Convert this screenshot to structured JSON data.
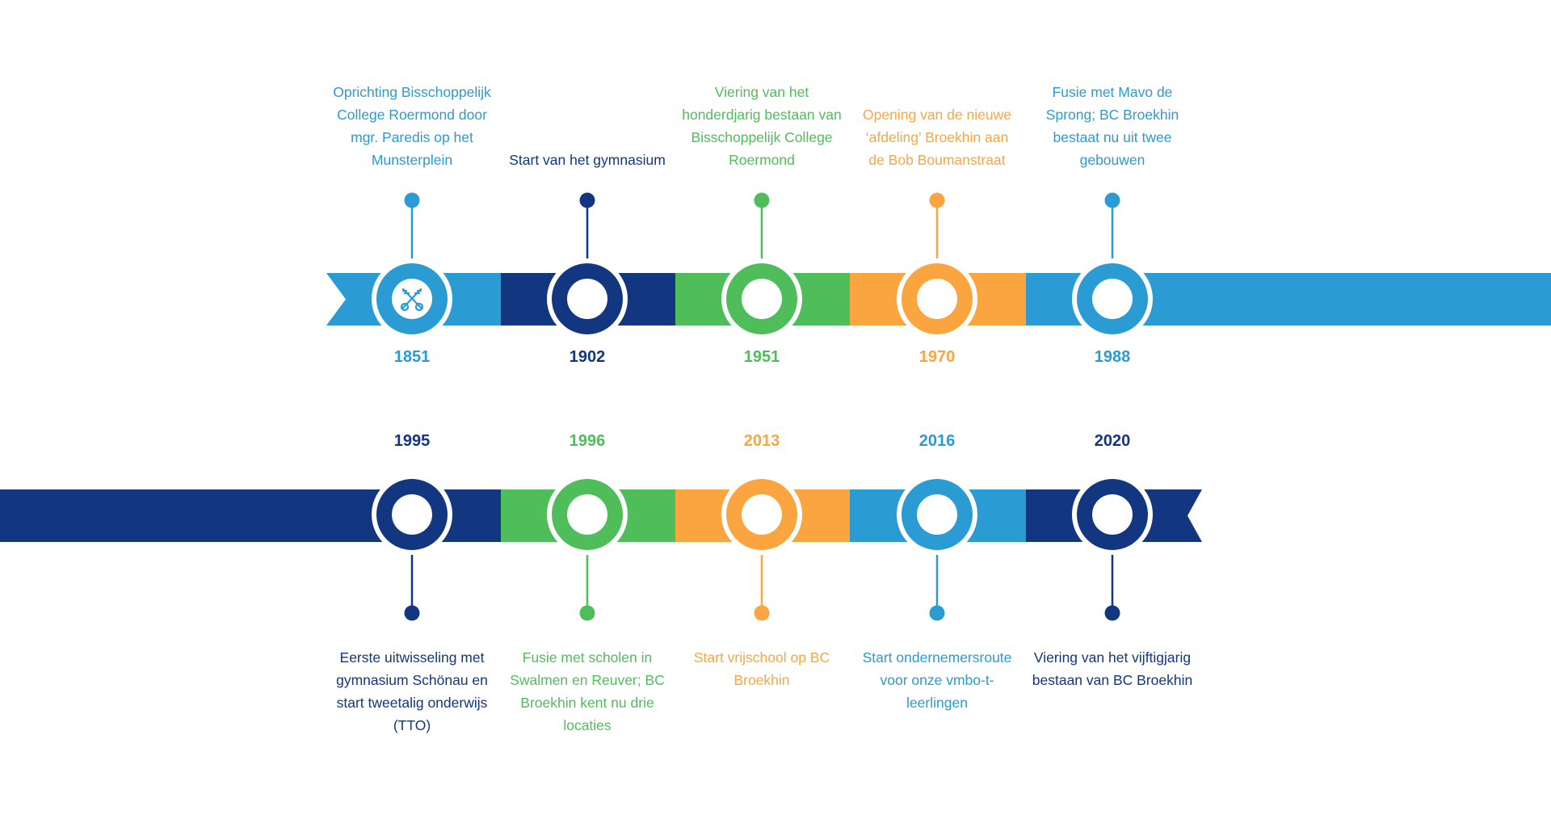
{
  "colors": {
    "light_blue": "#2a9bd3",
    "dark_blue": "#12367f",
    "green": "#4fbe5a",
    "orange": "#fba541"
  },
  "top_row": [
    {
      "year": "1851",
      "color": "light_blue",
      "text": "Oprichting Bisschoppelijk College Roermond door mgr. Paredis op het Munsterplein",
      "icon": "crossed-keys-icon"
    },
    {
      "year": "1902",
      "color": "dark_blue",
      "text": "Start van het gymnasium"
    },
    {
      "year": "1951",
      "color": "green",
      "text": "Viering van het honderdjarig bestaan van Bisschoppelijk College Roermond"
    },
    {
      "year": "1970",
      "color": "orange",
      "text": "Opening van de nieuwe ‘afdeling’ Broekhin aan de Bob Boumanstraat"
    },
    {
      "year": "1988",
      "color": "light_blue",
      "text": "Fusie met Mavo de Sprong; BC Broekhin bestaat nu uit twee gebouwen"
    }
  ],
  "bottom_row": [
    {
      "year": "1995",
      "color": "dark_blue",
      "text": "Eerste uitwisseling met gymnasium Schönau en start tweetalig onderwijs (TTO)"
    },
    {
      "year": "1996",
      "color": "green",
      "text": "Fusie met scholen in Swalmen en Reuver; BC Broekhin kent nu drie locaties"
    },
    {
      "year": "2013",
      "color": "orange",
      "text": "Start vrijschool op BC Broekhin"
    },
    {
      "year": "2016",
      "color": "light_blue",
      "text": "Start ondernemersroute voor onze vmbo-t-leerlingen"
    },
    {
      "year": "2020",
      "color": "dark_blue",
      "text": "Viering van het vijftigjarig bestaan van BC Broekhin"
    }
  ]
}
